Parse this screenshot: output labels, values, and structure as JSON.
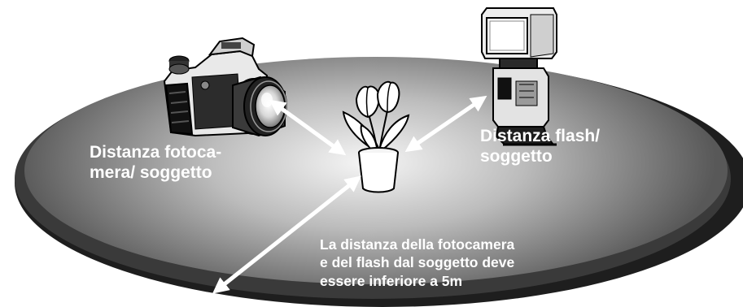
{
  "labels": {
    "camera_distance": [
      "Distanza fotoca-",
      "mera/ soggetto"
    ],
    "flash_distance": [
      "Distanza flash/",
      "soggetto"
    ],
    "range_note": [
      "La distanza della fotocamera",
      "e del flash dal soggetto deve",
      "essere inferiore a 5m"
    ]
  },
  "colors": {
    "ground_center": "#f4f4f4",
    "ground_edge": "#5a5a5a",
    "ground_rim": "#2a2a2a",
    "arrow": "#ffffff",
    "label_text": "#ffffff"
  },
  "icons": {
    "camera": "camera-icon",
    "flash": "flash-unit-icon",
    "subject": "flower-pot-icon"
  }
}
